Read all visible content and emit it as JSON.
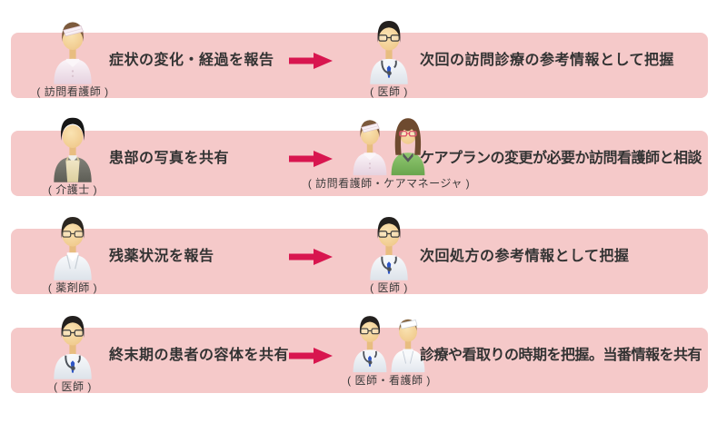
{
  "colors": {
    "background": "#ffffff",
    "band": "#f5c9c9",
    "arrow": "#d8164f",
    "main_text": "#333333",
    "label_text": "#3a3a3a"
  },
  "rows": [
    {
      "source": {
        "icons": [
          "visiting-nurse-icon"
        ],
        "label": "( 訪問看護師 )"
      },
      "action": "症状の変化・経過を報告",
      "target": {
        "icons": [
          "doctor-icon"
        ],
        "label": "( 医師 )"
      },
      "result": "次回の訪問診療の参考情報として把握"
    },
    {
      "source": {
        "icons": [
          "caregiver-icon"
        ],
        "label": "( 介護士 )"
      },
      "action": "患部の写真を共有",
      "target": {
        "icons": [
          "visiting-nurse-icon",
          "care-manager-icon"
        ],
        "label": "( 訪問看護師・ケアマネージャ )"
      },
      "result": "ケアプランの変更が必要か訪問看護師と相談"
    },
    {
      "source": {
        "icons": [
          "pharmacist-icon"
        ],
        "label": "( 薬剤師 )"
      },
      "action": "残薬状況を報告",
      "target": {
        "icons": [
          "doctor-icon"
        ],
        "label": "( 医師 )"
      },
      "result": "次回処方の参考情報として把握"
    },
    {
      "source": {
        "icons": [
          "doctor-icon"
        ],
        "label": "( 医師 )"
      },
      "action": "終末期の患者の容体を共有",
      "target": {
        "icons": [
          "doctor-icon",
          "nurse-icon"
        ],
        "label": "( 医師・看護師 )"
      },
      "result": "診療や看取りの時期を把握。当番情報を共有"
    }
  ]
}
